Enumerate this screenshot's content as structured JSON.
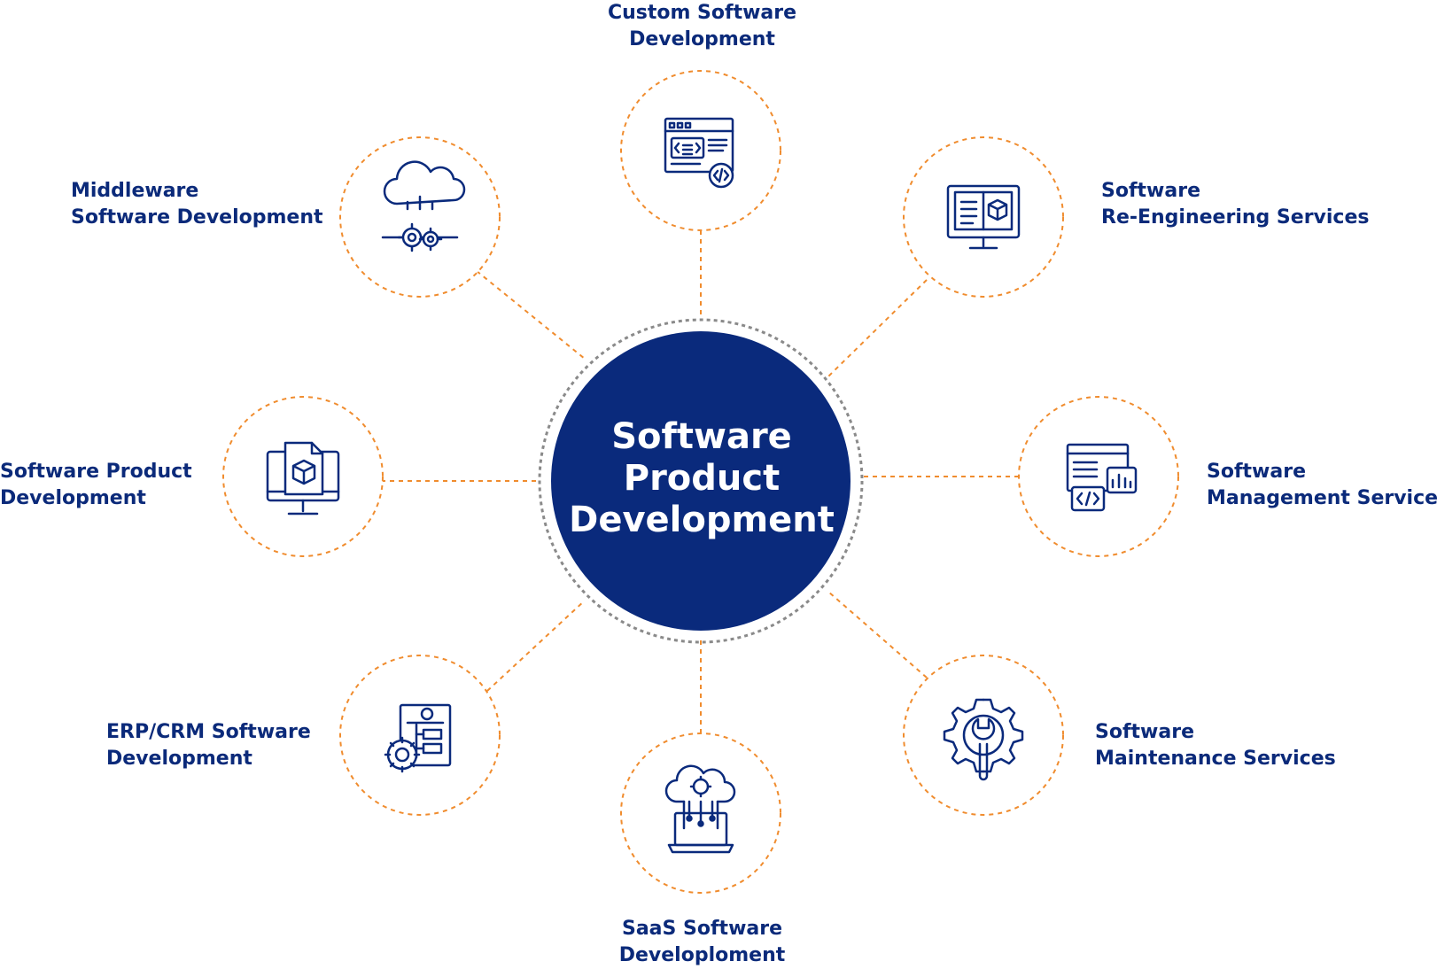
{
  "center": {
    "line1": "Software",
    "line2": "Product",
    "line3": "Development"
  },
  "nodes": [
    {
      "id": "custom",
      "line1": "Custom Software",
      "line2": "Development",
      "icon": "code-window-gear-icon"
    },
    {
      "id": "reengineering",
      "line1": "Software",
      "line2": "Re-Engineering Services",
      "icon": "monitor-cube-icon"
    },
    {
      "id": "management",
      "line1": "Software",
      "line2": "Management Services",
      "icon": "dashboard-code-icon"
    },
    {
      "id": "maintenance",
      "line1": "Software",
      "line2": "Maintenance Services",
      "icon": "gear-wrench-icon"
    },
    {
      "id": "saas",
      "line1": "SaaS Software",
      "line2": "Developloment",
      "icon": "cloud-laptop-icon"
    },
    {
      "id": "erp",
      "line1": "ERP/CRM Software",
      "line2": "Development",
      "icon": "gear-document-icon"
    },
    {
      "id": "product",
      "line1": "Software Product",
      "line2": "Development",
      "icon": "monitor-package-icon"
    },
    {
      "id": "middleware",
      "line1": "Middleware",
      "line2": "Software Development",
      "icon": "cloud-gears-icon"
    }
  ],
  "colors": {
    "navy": "#0a2a7c",
    "label": "#0b2a7a",
    "orange": "#f08c2e",
    "gray_ring": "#8a8a8a"
  }
}
